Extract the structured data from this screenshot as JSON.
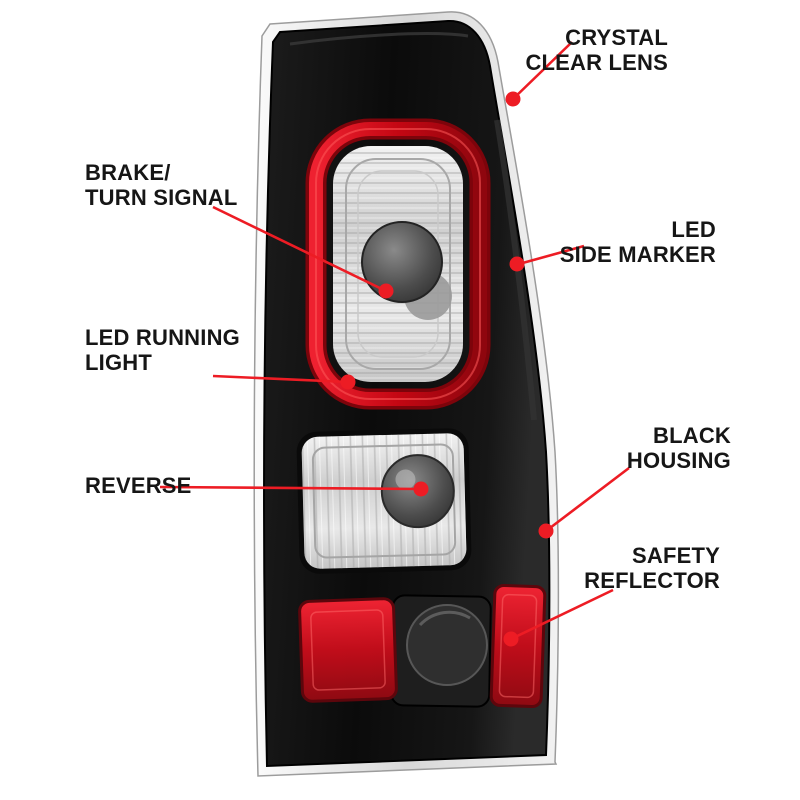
{
  "callouts": [
    {
      "id": "crystal-clear-lens",
      "label": "CRYSTAL\nCLEAR LENS",
      "side": "right"
    },
    {
      "id": "brake-turn-signal",
      "label": "BRAKE/\nTURN SIGNAL",
      "side": "left"
    },
    {
      "id": "led-side-marker",
      "label": "LED\nSIDE MARKER",
      "side": "right"
    },
    {
      "id": "led-running-light",
      "label": "LED RUNNING\nLIGHT",
      "side": "left"
    },
    {
      "id": "black-housing",
      "label": "BLACK\nHOUSING",
      "side": "right"
    },
    {
      "id": "reverse",
      "label": "REVERSE",
      "side": "left"
    },
    {
      "id": "safety-reflector",
      "label": "SAFETY\nREFLECTOR",
      "side": "right"
    }
  ],
  "colors": {
    "callout_red": "#ed1c24",
    "housing_black": "#101010",
    "ring_red": "#d20a14",
    "reflector_red": "#cf1020",
    "lens_gray": "#d9d9d9",
    "background": "#ffffff"
  }
}
